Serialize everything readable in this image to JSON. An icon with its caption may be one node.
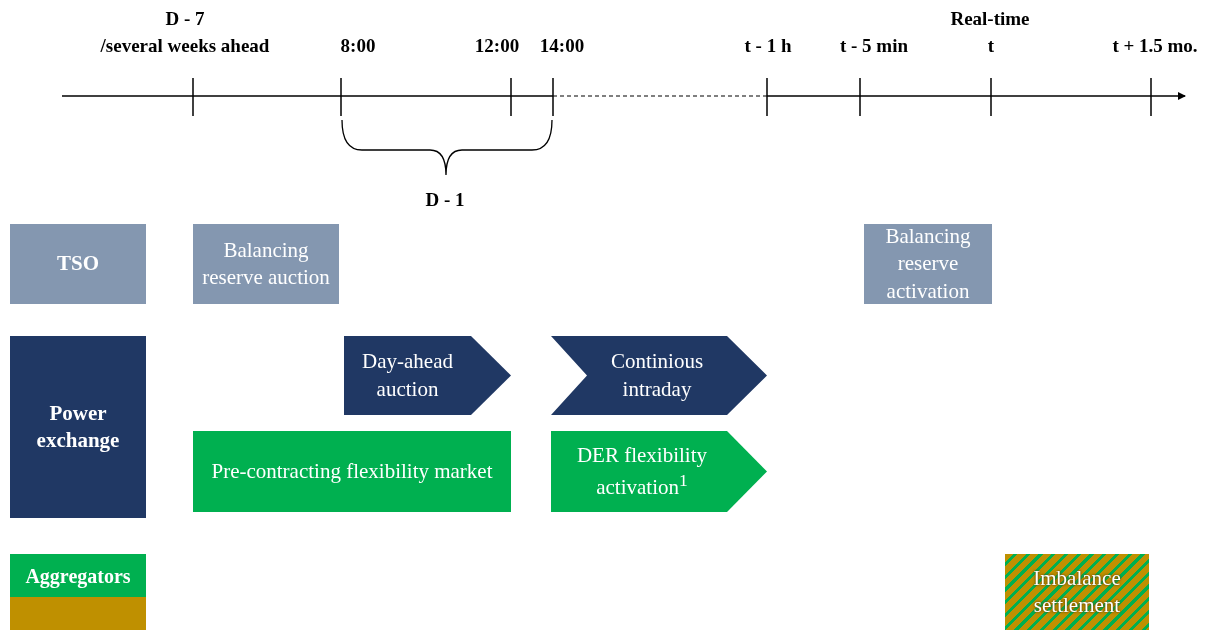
{
  "diagram": {
    "nodes": [
      {
        "text": [
          "TSO"
        ]
      },
      {
        "text": [
          "Balancing reserve auction"
        ]
      },
      {
        "text": [
          "Balancing reserve activation"
        ]
      },
      {
        "text": [
          "Power exchange"
        ]
      },
      {
        "text": [
          "Day-ahead auction"
        ]
      },
      {
        "text": [
          "Continious intraday"
        ]
      },
      {
        "text": [
          "Pre-contracting flexibility market"
        ]
      },
      {
        "text": [
          "DER flexibility activation$^{1}$"
        ]
      },
      {
        "text": [
          "Aggregators"
        ]
      },
      {
        "text": [],
        "shape": "bar"
      },
      {
        "text": [
          "Imbalance settlement"
        ]
      }
    ],
    "labels": [
      "D - 7",
      "Real-time",
      "/several weeks ahead",
      "8:00",
      "12:00",
      "14:00",
      "t - 1 h",
      "t - 5 min",
      "t",
      "t + 1.5 mo.",
      "D - 1"
    ]
  }
}
